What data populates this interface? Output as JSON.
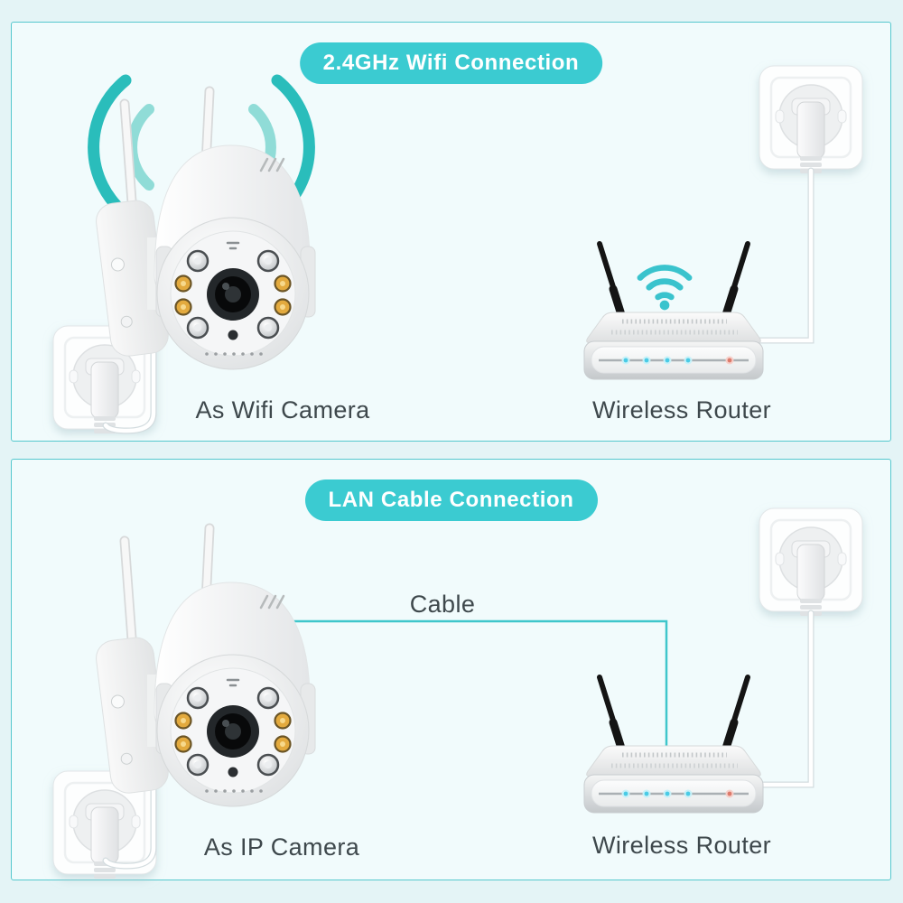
{
  "panels": [
    {
      "title": "2.4GHz Wifi Connection",
      "camera_label": "As Wifi Camera",
      "router_label": "Wireless Router"
    },
    {
      "title": "LAN Cable Connection",
      "camera_label": "As IP Camera",
      "router_label": "Wireless Router",
      "cable_label": "Cable"
    }
  ],
  "colors": {
    "page_bg": "#e4f4f6",
    "panel_bg": "#f1fbfc",
    "panel_border": "#56c8ce",
    "title_pill_bg": "#3bcbd1",
    "title_text": "#ffffff",
    "label_text": "#3e484c",
    "wifi_wave_outer": "#2abdbb",
    "wifi_wave_inner": "#90dcd7",
    "wifi_symbol": "#3ac3cd",
    "lan_cable": "#3fc6cb",
    "router_led_cyan": "#49cbe6",
    "router_led_red": "#dd7a6b",
    "camera_led_amber": "#e3aa3e"
  }
}
